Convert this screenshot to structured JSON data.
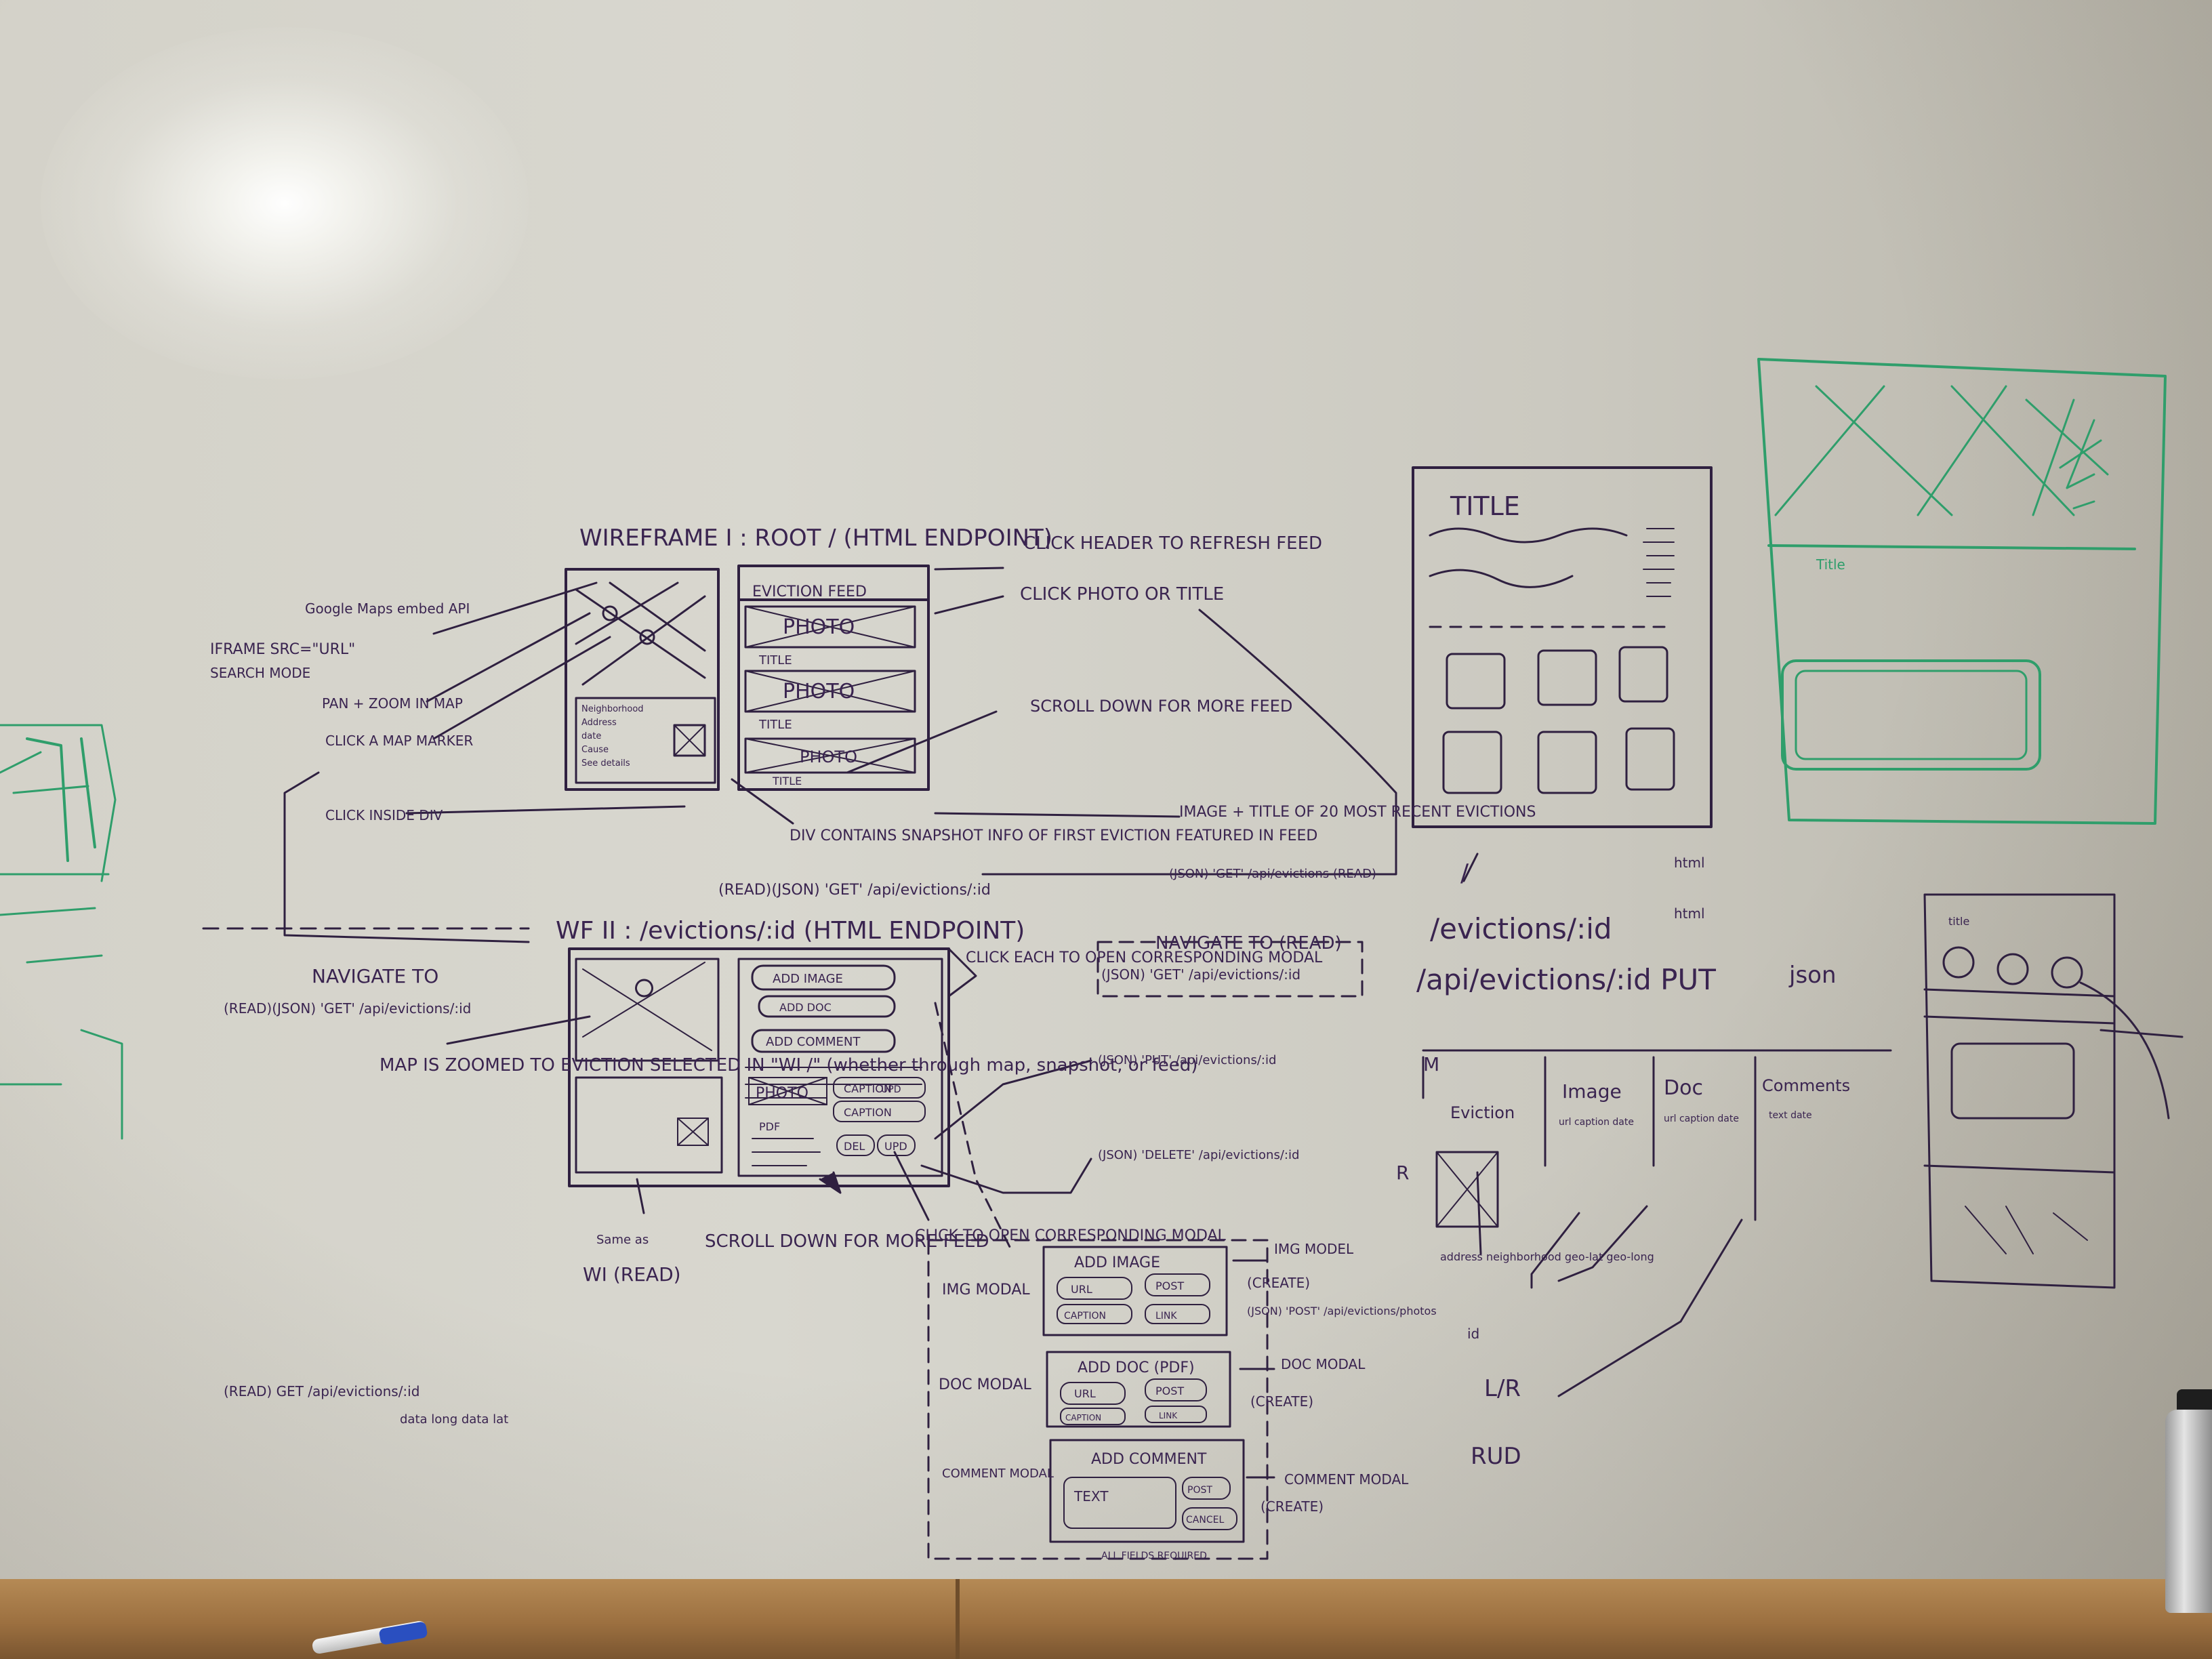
{
  "photo": {
    "description_free": true
  },
  "wireframe1": {
    "heading": "WIREFRAME I : ROOT / (HTML ENDPOINT)",
    "feed_header": "EVICTION FEED",
    "photo_label_1": "PHOTO",
    "title_label_1": "TITLE",
    "photo_label_2": "PHOTO",
    "title_label_2": "TITLE",
    "photo_label_3": "PHOTO",
    "title_label_3": "TITLE",
    "snapshot_lines": [
      "Neighborhood",
      "Address",
      "date",
      "Cause",
      "See details"
    ],
    "note_maps_api": "Google Maps embed API",
    "note_iframe": "IFRAME SRC=\"URL\"",
    "note_search": "SEARCH MODE",
    "note_pan": "PAN + ZOOM IN MAP",
    "note_marker": "CLICK A MAP MARKER",
    "note_click_div": "CLICK INSIDE DIV",
    "note_refresh": "CLICK HEADER TO REFRESH FEED",
    "note_click_photo": "CLICK PHOTO OR TITLE",
    "note_scroll": "SCROLL DOWN FOR MORE FEED",
    "note_div_contains": "DIV CONTAINS SNAPSHOT INFO OF FIRST EVICTION FEATURED IN FEED",
    "note_read_json": "(READ)(JSON) 'GET' /api/evictions/:id",
    "note_image_title": "IMAGE + TITLE OF 20 MOST RECENT EVICTIONS",
    "note_json_get": "(JSON) 'GET' /api/evictions (READ)"
  },
  "wireframe2": {
    "heading": "WF II : /evictions/:id (HTML ENDPOINT)",
    "navigate_left": "NAVIGATE TO",
    "navigate_left_api": "(READ)(JSON) 'GET' /api/evictions/:id",
    "navigate_right": "NAVIGATE TO (READ)",
    "navigate_right_api": "(JSON) 'GET' /api/evictions/:id",
    "btn_add_image": "ADD IMAGE",
    "btn_add_doc": "ADD DOC",
    "btn_add_comment": "ADD COMMENT",
    "photo_label": "PHOTO",
    "caption_1": "CAPTION",
    "caption_2": "CAPTION",
    "upd_1": "UPD",
    "del": "DEL",
    "upd_2": "UPD",
    "pdf": "PDF",
    "note_click_each": "CLICK EACH TO OPEN CORRESPONDING MODAL",
    "note_put": "(JSON) 'PUT' /api/evictions/:id",
    "note_delete": "(JSON) 'DELETE' /api/evictions/:id",
    "note_map_zoomed": "MAP IS ZOOMED TO EVICTION SELECTED IN \"WI /\" (whether through map, snapshot, or feed)",
    "note_read_get": "(READ) GET /api/evictions/:id",
    "note_data_long": "data long data lat",
    "note_same_as": "Same as",
    "note_wi": "WI (READ)",
    "note_scroll": "SCROLL DOWN FOR MORE FEED",
    "note_click_open": "CLICK TO OPEN CORRESPONDING MODAL"
  },
  "modals": {
    "img_label": "IMG MODAL",
    "img_title": "ADD IMAGE",
    "img_url": "URL",
    "img_post": "POST",
    "img_caption": "CAPTION",
    "img_link": "LINK",
    "img_note": "IMG MODEL",
    "img_create": "(CREATE)",
    "img_api": "(JSON) 'POST' /api/evictions/photos",
    "doc_label": "DOC MODAL",
    "doc_title": "ADD DOC (PDF)",
    "doc_url": "URL",
    "doc_post": "POST",
    "doc_caption": "CAPTION",
    "doc_link": "LINK",
    "doc_note": "DOC MODAL",
    "doc_create": "(CREATE)",
    "comment_label": "COMMENT MODAL",
    "comment_title": "ADD COMMENT",
    "comment_text": "TEXT",
    "comment_post": "POST",
    "comment_cancel": "CANCEL",
    "comment_note": "COMMENT MODAL",
    "comment_create": "(CREATE)",
    "required_note": "ALL FIELDS REQUIRED"
  },
  "right_board": {
    "card_title": "TITLE",
    "slash": "/",
    "html_1": "html",
    "evictions_id": "/evictions/:id",
    "html_2": "html",
    "api_put": "/api/evictions/:id PUT",
    "json": "json",
    "m_label": "M",
    "col_eviction": "Eviction",
    "col_image": "Image",
    "col_doc": "Doc",
    "col_comments": "Comments",
    "image_fields": "url caption date",
    "doc_fields": "url caption date",
    "comment_fields": "text date",
    "eviction_fields": "address neighborhood geo-lat geo-long",
    "r_label": "R",
    "id_label": "id",
    "lr_label": "L/R",
    "rud_label": "RUD",
    "green_title": "Title",
    "far_title": "title"
  }
}
